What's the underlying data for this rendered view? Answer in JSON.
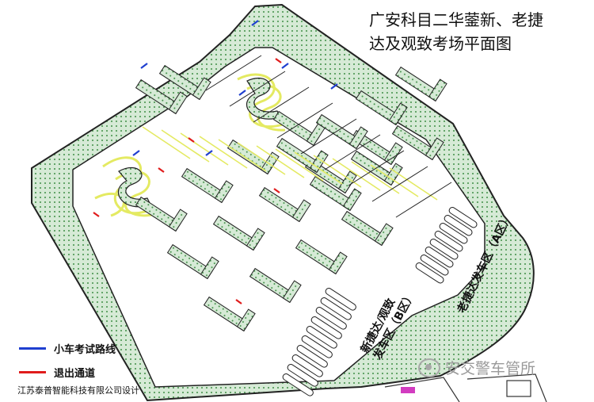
{
  "title_lines": [
    "广安科目二华蓥新、老捷",
    "达及观致考场平面图"
  ],
  "legend": [
    {
      "label": "小车考试路线",
      "color": "#1f3fd0"
    },
    {
      "label": "退出通道",
      "color": "#e01c1c"
    }
  ],
  "credit": "江苏泰普智能科技有限公司设计",
  "zones": [
    {
      "lines": [
        "新捷达/观致",
        "发车区（B区）"
      ]
    },
    {
      "lines": [
        "老捷达发车区（A区）"
      ]
    }
  ],
  "watermark": "安交警车管所",
  "colors": {
    "fill": "#cfe6cf",
    "dot": "#2e7d32",
    "edge": "#222222",
    "curb": "#e8ee6a"
  }
}
